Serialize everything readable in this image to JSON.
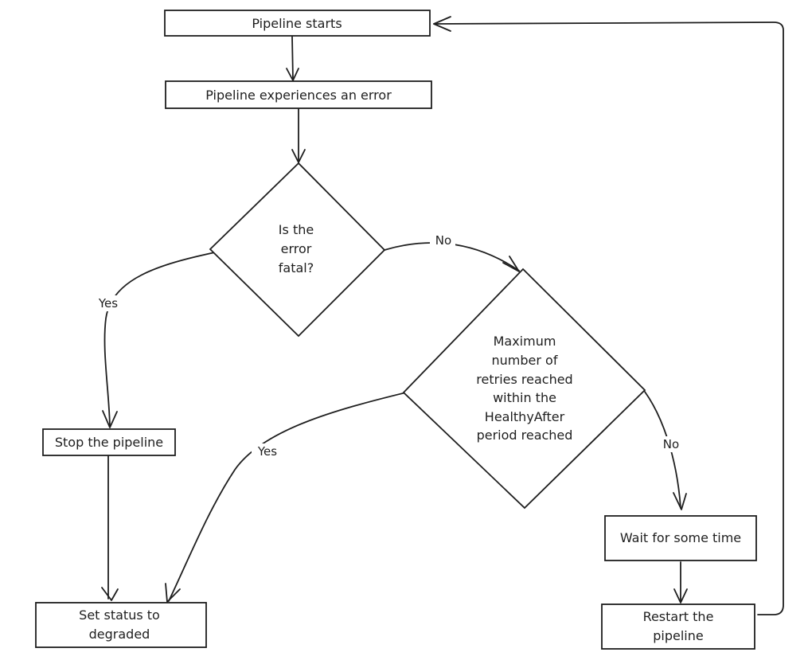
{
  "nodes": {
    "pipeline_starts": "Pipeline starts",
    "pipeline_error": "Pipeline experiences an error",
    "is_fatal": [
      "Is the",
      "error",
      "fatal?"
    ],
    "max_retries": [
      "Maximum",
      "number of",
      "retries reached",
      "within the",
      "HealthyAfter",
      "period reached"
    ],
    "stop_pipeline": "Stop the pipeline",
    "wait": "Wait for some time",
    "set_status": [
      "Set status to",
      "degraded"
    ],
    "restart": [
      "Restart the",
      "pipeline"
    ]
  },
  "edges": {
    "fatal_no": "No",
    "fatal_yes": "Yes",
    "retries_yes": "Yes",
    "retries_no": "No"
  }
}
